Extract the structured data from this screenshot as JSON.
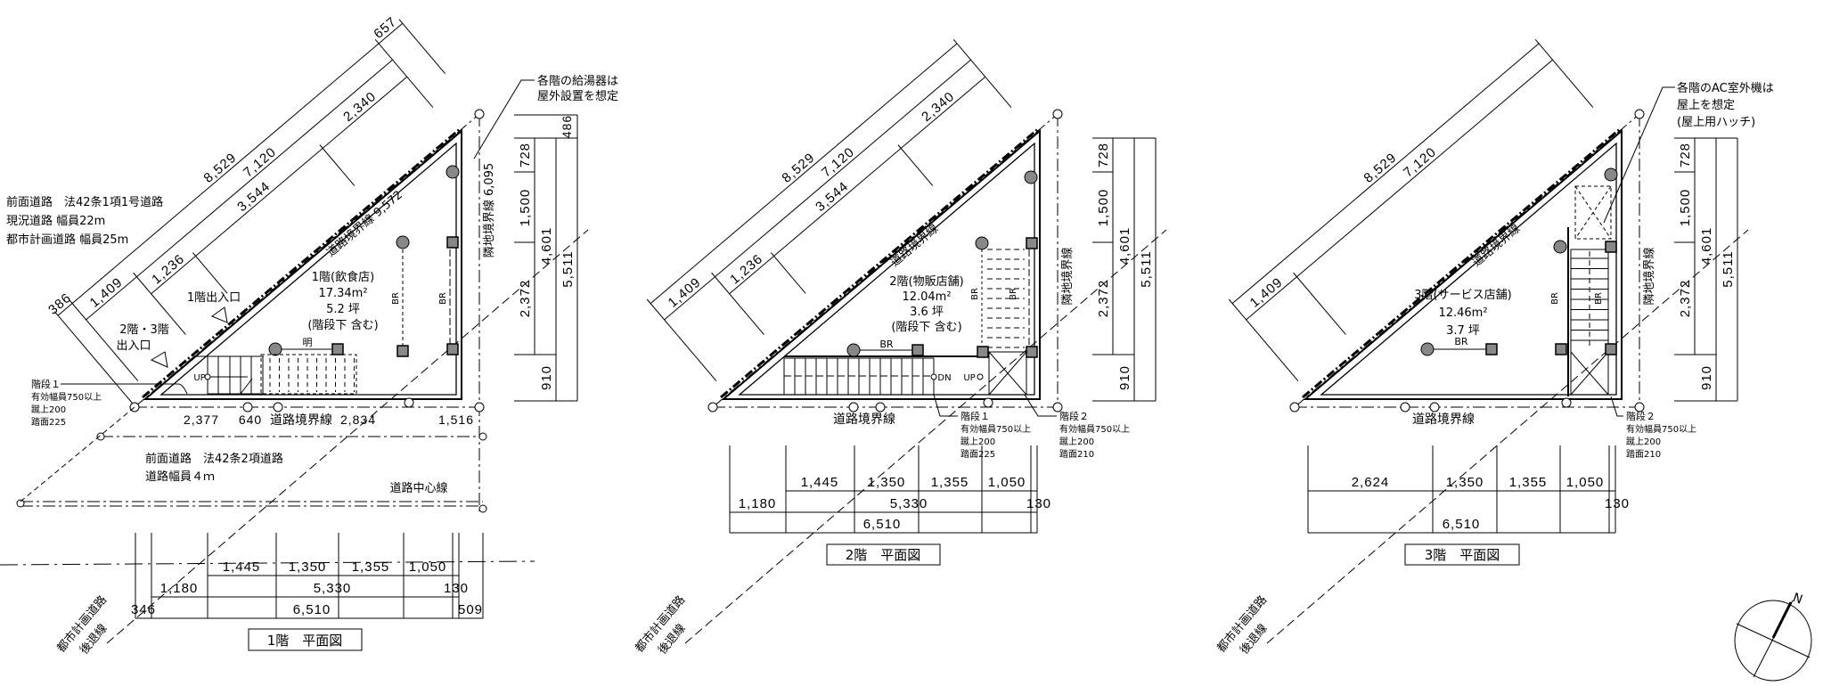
{
  "notes": {
    "front_road_1": [
      "前面道路　法42条1項1号道路",
      "現況道路 幅員22m",
      "都市計画道路 幅員25m"
    ],
    "front_road_2": [
      "前面道路　法42条2項道路",
      "道路幅員４ｍ"
    ],
    "road_center": "道路中心線",
    "water_heater": [
      "各階の給湯器は",
      "屋外設置を想定"
    ],
    "ac_unit": [
      "各階のAC室外機は",
      "屋上を想定",
      "(屋上用ハッチ)"
    ],
    "setback_line": [
      "都市計画道路",
      "後退線"
    ],
    "entrance_1f": "1階出入口",
    "entrance_2f3f": [
      "2階・3階",
      "出入口"
    ]
  },
  "plans": [
    {
      "title": "1階　平面図",
      "room": [
        "1階(飲食店)",
        "17.34m²",
        "5.2 坪",
        "(階段下 含む)"
      ],
      "road_boundary_diag": "道路境界線 9,572",
      "neighbor_boundary": "隣地境界線 6,095",
      "diag_dims": {
        "d386": "386",
        "d1409": "1,409",
        "d1236": "1,236",
        "d3544": "3,544",
        "d2340": "2,340",
        "d7120": "7,120",
        "d8529": "8,529",
        "d657": "657"
      },
      "vertical_dims": {
        "d486": "486",
        "d728": "728",
        "d1500": "1,500",
        "d2372": "2,372",
        "d910": "910",
        "d4601": "4,601",
        "d5511": "5,511"
      },
      "road_dims": [
        "2,377",
        "640",
        "道路境界線",
        "2,834",
        "1,516"
      ],
      "bottom_dims": {
        "row1": [
          "1,445",
          "1,350",
          "1,355",
          "1,050"
        ],
        "row2": [
          "1,180",
          "5,330",
          "130"
        ],
        "row3": [
          "346",
          "6,510",
          "509"
        ]
      },
      "fixture_labels": [
        "明",
        "BR",
        "BR"
      ],
      "stair_labels": [
        "UP"
      ],
      "stair_notes": [
        [
          "階段１",
          "有効幅員750以上",
          "蹴上200",
          "踏面225"
        ]
      ]
    },
    {
      "title": "2階　平面図",
      "room": [
        "2階(物販店舗)",
        "12.04m²",
        "3.6 坪",
        "(階段下 含む)"
      ],
      "road_boundary_diag": "道路境界線",
      "neighbor_boundary": "隣地境界線",
      "diag_dims": {
        "d1409": "1,409",
        "d1236": "1,236",
        "d3544": "3,544",
        "d2340": "2,340",
        "d7120": "7,120",
        "d8529": "8,529"
      },
      "vertical_dims": {
        "d728": "728",
        "d1500": "1,500",
        "d2372": "2,372",
        "d910": "910",
        "d4601": "4,601",
        "d5511": "5,511"
      },
      "road_dims": [
        "道路境界線"
      ],
      "bottom_dims": {
        "row1": [
          "1,445",
          "1,350",
          "1,355",
          "1,050"
        ],
        "row2": [
          "1,180",
          "5,330",
          "130"
        ],
        "row3": [
          "6,510"
        ]
      },
      "fixture_labels": [
        "BR",
        "BR",
        "BR"
      ],
      "stair_labels": [
        "DN",
        "UP"
      ],
      "stair_notes": [
        [
          "階段１",
          "有効幅員750以上",
          "蹴上200",
          "踏面225"
        ],
        [
          "階段２",
          "有効幅員750以上",
          "蹴上200",
          "踏面210"
        ]
      ]
    },
    {
      "title": "3階　平面図",
      "room": [
        "3階(サービス店舗)",
        "12.46m²",
        "3.7 坪"
      ],
      "road_boundary_diag": "道路境界線",
      "neighbor_boundary": "隣地境界線",
      "diag_dims": {
        "d1409": "1,409",
        "d7120": "7,120",
        "d8529": "8,529"
      },
      "vertical_dims": {
        "d728": "728",
        "d1500": "1,500",
        "d2372": "2,372",
        "d910": "910",
        "d4601": "4,601",
        "d5511": "5,511"
      },
      "road_dims": [
        "道路境界線"
      ],
      "bottom_dims": {
        "row1": [
          "2,624",
          "1,350",
          "1,355",
          "1,050"
        ],
        "row2": [
          "130"
        ],
        "row3": [
          "6,510"
        ]
      },
      "fixture_labels": [
        "BR",
        "BR",
        "BR"
      ],
      "stair_labels": [],
      "stair_notes": [
        [
          "階段２",
          "有効幅員750以上",
          "蹴上200",
          "踏面210"
        ]
      ]
    }
  ],
  "north_arrow": "N"
}
